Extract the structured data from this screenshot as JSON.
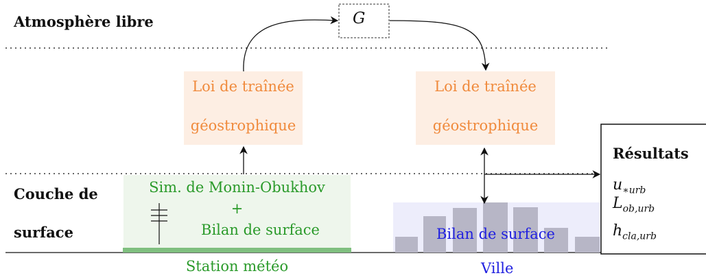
{
  "free_atmosphere_label": "Atmosphère libre",
  "g_label": "G",
  "drag_law_left": {
    "line1": "Loi de traînée",
    "line2": "géostrophique"
  },
  "drag_law_right": {
    "line1": "Loi de traînée",
    "line2": "géostrophique"
  },
  "surface_layer_label": {
    "line1": "Couche de",
    "line2": "surface"
  },
  "station_box": {
    "line1": "Sim. de Monin-Obukhov",
    "line2": "+",
    "line3": "Bilan de surface"
  },
  "station_label": "Station météo",
  "city_box_label": "Bilan de surface",
  "city_label": "Ville",
  "results": {
    "title": "Résultats",
    "u_main": "u",
    "u_sub": "∗urb",
    "L_main": "L",
    "L_sub": "ob,urb",
    "h_main": "h",
    "h_sub": "cla,urb"
  },
  "colors": {
    "orange_text": "#f08a3c",
    "orange_box": "#fdeee3",
    "green_text": "#2a9a2a",
    "green_box": "#eef6ec",
    "green_ground": "#7fbf7f",
    "blue_text": "#2020e0",
    "blue_box": "#ededfb",
    "buildings": "#b7b6c6"
  }
}
